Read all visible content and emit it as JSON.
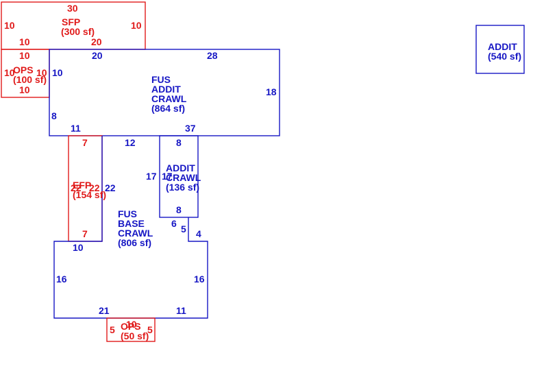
{
  "colors": {
    "main": "#1616c4",
    "porch": "#e01a1a",
    "background": "#ffffff"
  },
  "areas": {
    "sfp": {
      "line1": "SFP",
      "line2": "(300 sf)"
    },
    "ops_top": {
      "line1": "OPS",
      "line2": "(100 sf)"
    },
    "fus_addit_crawl": {
      "line1": "FUS",
      "line2": "ADDIT",
      "line3": "CRAWL",
      "line4": "(864 sf)"
    },
    "efp": {
      "line1": "EFP",
      "line2": "(154 sf)"
    },
    "addit_crawl": {
      "line1": "ADDIT",
      "line2": "CRAWL",
      "line3": "(136 sf)"
    },
    "fus_base_crawl": {
      "line1": "FUS",
      "line2": "BASE",
      "line3": "CRAWL",
      "line4": "(806 sf)"
    },
    "ops_bottom": {
      "line1": "OPS",
      "line2": "(50 sf)"
    },
    "addit": {
      "line1": "ADDIT",
      "line2": "(540 sf)"
    }
  },
  "dimensions": {
    "sfp_top": "30",
    "sfp_left": "10",
    "sfp_right": "10",
    "sfp_bottom": "20",
    "sfp_bottom_left": "10",
    "ops_top_top": "10",
    "ops_top_left": "10",
    "ops_top_right": "10",
    "ops_top_bottom": "10",
    "fus_top_left": "20",
    "fus_top_right": "28",
    "fus_left_upper": "10",
    "fus_right": "18",
    "fus_left_lower": "8",
    "fus_bottom_left": "11",
    "fus_bottom_right": "37",
    "efp_top": "7",
    "efp_left_a": "22",
    "efp_left_b": "22",
    "efp_right": "22",
    "efp_bottom": "7",
    "gap_top": "12",
    "addit_crawl_top": "8",
    "addit_crawl_left": "17",
    "addit_crawl_left_inner": "17",
    "addit_crawl_bottom": "8",
    "step_horizontal": "6",
    "step_vertical": "5",
    "base_step_top": "4",
    "base_top_left": "10",
    "base_left": "16",
    "base_right": "16",
    "base_bottom_left": "21",
    "base_bottom_right": "11",
    "ops_bottom_top": "10",
    "ops_bottom_left": "5",
    "ops_bottom_right": "5"
  }
}
